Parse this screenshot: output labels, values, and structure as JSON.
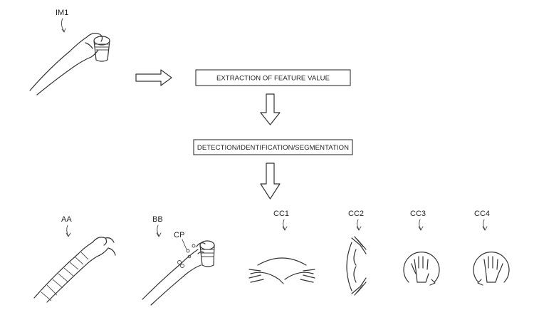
{
  "labels": {
    "im1": "IM1",
    "aa": "AA",
    "bb": "BB",
    "cp": "CP",
    "cc1": "CC1",
    "cc2": "CC2",
    "cc3": "CC3",
    "cc4": "CC4"
  },
  "steps": {
    "extraction": "EXTRACTION OF FEATURE VALUE",
    "detection": "DETECTION/IDENTIFICATION/SEGMENTATION"
  }
}
